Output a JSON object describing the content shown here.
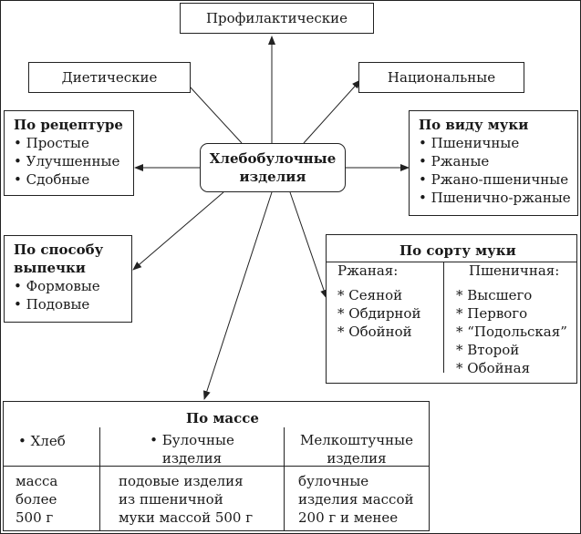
{
  "center": {
    "line1": "Хлебобулочные",
    "line2": "изделия"
  },
  "top": {
    "prophylactic": "Профилактические",
    "dietetic": "Диетические",
    "national": "Национальные"
  },
  "recipe": {
    "title": "По рецептуре",
    "items": [
      "• Простые",
      "• Улучшенные",
      "• Сдобные"
    ]
  },
  "flour_type": {
    "title": "По виду муки",
    "items": [
      "• Пшеничные",
      "• Ржаные",
      "• Ржано-пшеничные",
      "• Пшенично-ржаные"
    ]
  },
  "baking": {
    "title1": "По способу",
    "title2": "выпечки",
    "items": [
      "• Формовые",
      "• Подовые"
    ]
  },
  "flour_grade": {
    "title": "По сорту муки",
    "rye_header": "Ржаная:",
    "wheat_header": "Пшеничная:",
    "rye_items": [
      "* Сеяной",
      "* Обдирной",
      "* Обойной"
    ],
    "wheat_items": [
      "* Высшего",
      "* Первого",
      "* “Подольская”",
      "* Второй",
      "* Обойная"
    ]
  },
  "mass": {
    "title": "По массе",
    "col1_header": "• Хлеб",
    "col2_header": [
      "• Булочные",
      "изделия"
    ],
    "col3_header": [
      "Мелкоштучные",
      "изделия"
    ],
    "col1_body": [
      "масса",
      "более",
      "500 г"
    ],
    "col2_body": [
      "подовые изделия",
      "из пшеничной",
      "муки массой 500 г"
    ],
    "col3_body": [
      "булочные",
      "изделия массой",
      "200 г и менее"
    ]
  }
}
